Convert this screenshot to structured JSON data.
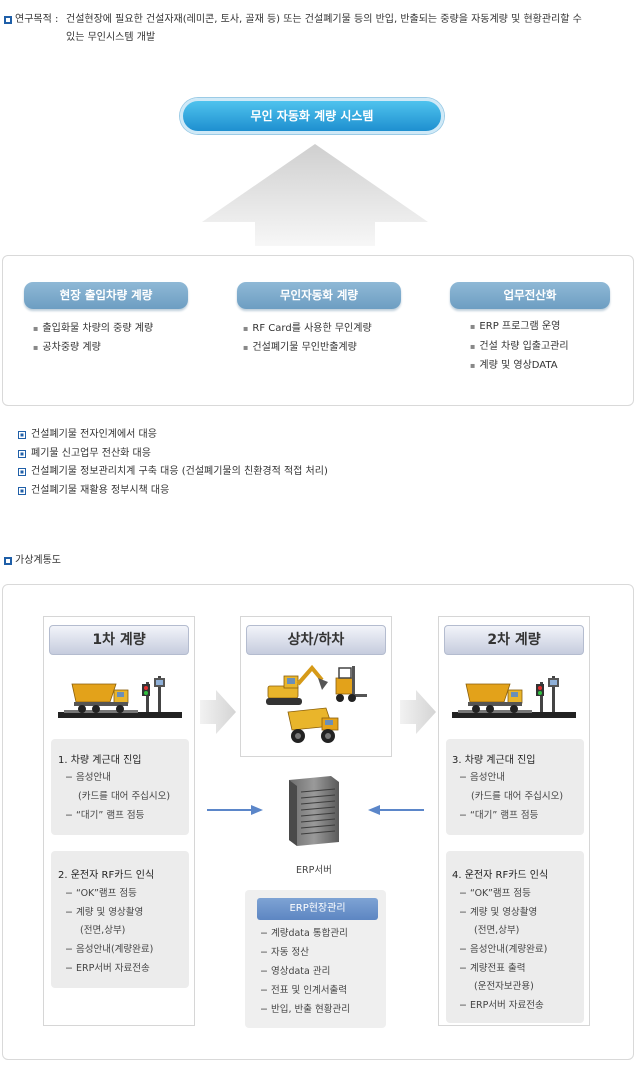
{
  "purpose": {
    "label": "연구목적 :",
    "line1": "건설현장에 필요한 건설자재(레미콘, 토사, 골재 등) 또는 건설폐기물 등의 반입, 반출되는 중량을 자동계량 및 현황관리할 수",
    "line2": "있는 무인시스템 개발"
  },
  "system_title": "무인 자동화 계량 시스템",
  "categories": [
    {
      "title": "현장 출입차량 계량",
      "items": [
        "출입화물 차량의 중량 계량",
        "공차중량 계량"
      ]
    },
    {
      "title": "무인자동화 계량",
      "items": [
        "RF Card를 사용한 무인계량",
        "건설폐기물 무인반출계량"
      ]
    },
    {
      "title": "업무전산화",
      "items": [
        "ERP 프로그램 운영",
        "건설 차량 입출고관리",
        "계량 및 영상DATA"
      ]
    }
  ],
  "responses": [
    "건설폐기물 전자인계에서 대응",
    "폐기물 신고업무 전산화 대응",
    "건설폐기물 정보관리치계 구축 대응 (건설폐기물의 친환경적 적접 처리)",
    "건설폐기물 재활용 정부시책 대응"
  ],
  "section2_title": "가상계통도",
  "first": {
    "title": "1차 계량",
    "step1_title": "1. 차량 계근대 진입",
    "step1_items": [
      "− 음성안내",
      "(카드를 대어 주십시오)",
      "− “대기” 램프 점등"
    ],
    "step2_title": "2. 운전자 RF카드 인식",
    "step2_items": [
      "−  “OK”램프 점등",
      "−  계량 및 영상촬영",
      "(전면,상부)",
      "−  음성안내(계량완료)",
      "−  ERP서버 자료전송"
    ]
  },
  "middle": {
    "title": "상차/하차",
    "server_label": "ERP서버"
  },
  "erp": {
    "title": "ERP현장관리",
    "items": [
      "− 계량data 통합관리",
      "− 자동 정산",
      "− 영상data 관리",
      "− 전표 및 인계서출력",
      "− 반입, 반출 현황관리"
    ]
  },
  "second": {
    "title": "2차 계량",
    "step3_title": "3. 차량 계근대 진입",
    "step3_items": [
      "− 음성안내",
      "(카드를 대어 주십시오)",
      "− “대기” 램프 점등"
    ],
    "step4_title": "4. 운전자 RF카드 인식",
    "step4_items": [
      "−  “OK”램프 점등",
      "−  계량 및 영상촬영",
      "(전면,상부)",
      "−  음성안내(계량완료)",
      "−  계량전표 출력",
      "(운전자보관용)",
      "−  ERP서버 자료전송"
    ]
  },
  "colors": {
    "accent": "#1f5fa8",
    "pill_blue": "#1e8fd0",
    "category_pill": "#7aa8c9"
  }
}
